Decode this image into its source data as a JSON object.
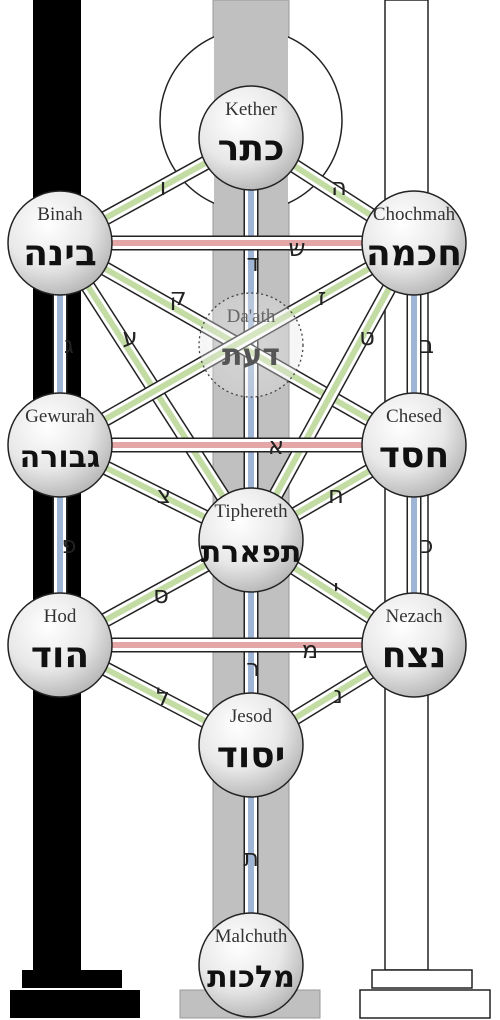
{
  "colors": {
    "severity_pillar": "#000000",
    "middle_pillar": "#c0c0c0",
    "mercy_pillar": "#ffffff",
    "path_green": "#c3dca3",
    "path_red": "#e3a7a7",
    "path_blue": "#9eb5d6",
    "node_fill": "#e6e6e6"
  },
  "sephiroth": [
    {
      "id": "kether",
      "latin": "Kether",
      "hebrew": "כתר"
    },
    {
      "id": "binah",
      "latin": "Binah",
      "hebrew": "בינה"
    },
    {
      "id": "chochmah",
      "latin": "Chochmah",
      "hebrew": "חכמה"
    },
    {
      "id": "daath",
      "latin": "Da'ath",
      "hebrew": "דעת"
    },
    {
      "id": "gewurah",
      "latin": "Gewurah",
      "hebrew": "גבורה"
    },
    {
      "id": "chesed",
      "latin": "Chesed",
      "hebrew": "חסד"
    },
    {
      "id": "tiphereth",
      "latin": "Tiphereth",
      "hebrew": "תפארת"
    },
    {
      "id": "hod",
      "latin": "Hod",
      "hebrew": "הוד"
    },
    {
      "id": "nezach",
      "latin": "Nezach",
      "hebrew": "נצח"
    },
    {
      "id": "jesod",
      "latin": "Jesod",
      "hebrew": "יסוד"
    },
    {
      "id": "malchuth",
      "latin": "Malchuth",
      "hebrew": "מלכות"
    }
  ],
  "paths": [
    {
      "from": "kether",
      "to": "binah",
      "letter": "ו",
      "color": "green"
    },
    {
      "from": "kether",
      "to": "chochmah",
      "letter": "ה",
      "color": "green"
    },
    {
      "from": "kether",
      "to": "tiphereth",
      "letter": "ד",
      "color": "blue"
    },
    {
      "from": "binah",
      "to": "chochmah",
      "letter": "ש",
      "color": "red"
    },
    {
      "from": "binah",
      "to": "gewurah",
      "letter": "ג",
      "color": "blue"
    },
    {
      "from": "binah",
      "to": "tiphereth",
      "letter": "ע",
      "color": "green"
    },
    {
      "from": "binah",
      "to": "chesed",
      "letter": "ק",
      "color": "green"
    },
    {
      "from": "chochmah",
      "to": "gewurah",
      "letter": "ז",
      "color": "green"
    },
    {
      "from": "chochmah",
      "to": "chesed",
      "letter": "ב",
      "color": "blue"
    },
    {
      "from": "chochmah",
      "to": "tiphereth",
      "letter": "ט",
      "color": "green"
    },
    {
      "from": "gewurah",
      "to": "chesed",
      "letter": "א",
      "color": "red"
    },
    {
      "from": "gewurah",
      "to": "tiphereth",
      "letter": "צ",
      "color": "green"
    },
    {
      "from": "gewurah",
      "to": "hod",
      "letter": "פ",
      "color": "blue"
    },
    {
      "from": "chesed",
      "to": "tiphereth",
      "letter": "ח",
      "color": "green"
    },
    {
      "from": "chesed",
      "to": "nezach",
      "letter": "כ",
      "color": "blue"
    },
    {
      "from": "tiphereth",
      "to": "hod",
      "letter": "ס",
      "color": "green"
    },
    {
      "from": "tiphereth",
      "to": "nezach",
      "letter": "י",
      "color": "green"
    },
    {
      "from": "tiphereth",
      "to": "jesod",
      "letter": "ר",
      "color": "blue"
    },
    {
      "from": "hod",
      "to": "nezach",
      "letter": "מ",
      "color": "red"
    },
    {
      "from": "hod",
      "to": "jesod",
      "letter": "ל",
      "color": "green"
    },
    {
      "from": "nezach",
      "to": "jesod",
      "letter": "נ",
      "color": "green"
    },
    {
      "from": "jesod",
      "to": "malchuth",
      "letter": "ת",
      "color": "blue"
    }
  ]
}
